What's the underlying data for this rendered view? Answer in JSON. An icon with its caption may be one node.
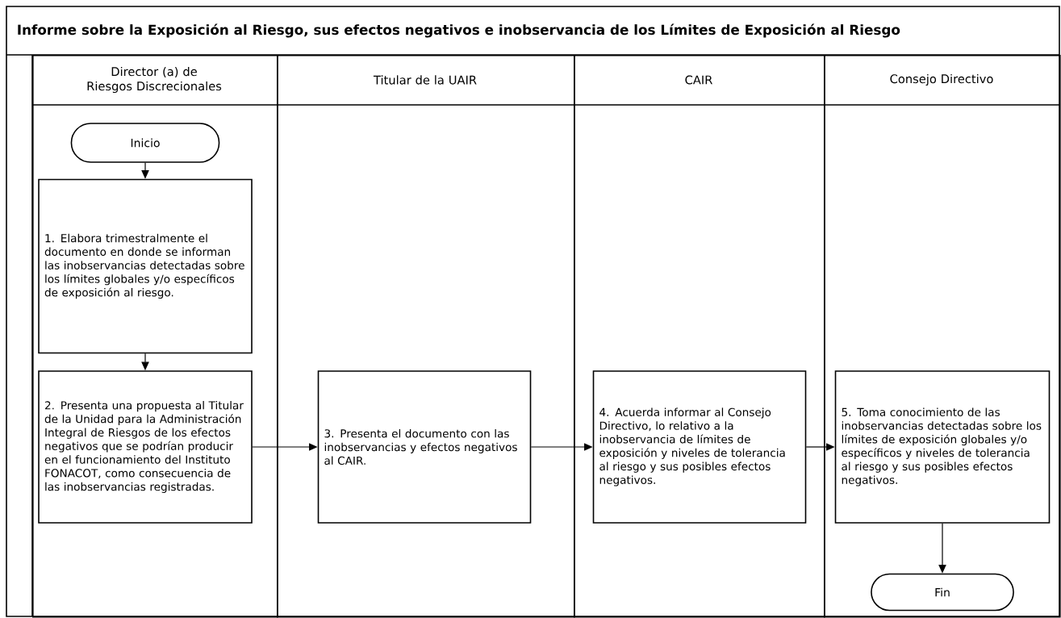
{
  "diagram": {
    "title": "Informe sobre la Exposición al Riesgo, sus efectos negativos e inobservancia de los Límites de Exposición al Riesgo",
    "nodes": [
      {
        "text": [
          "Director (a) de Riesgos Discrecionales"
        ]
      },
      {
        "text": [
          "Titular de la UAIR"
        ]
      },
      {
        "text": [
          "CAIR"
        ]
      },
      {
        "text": [
          "Consejo Directivo"
        ]
      },
      {
        "text": [
          "Inicio"
        ],
        "in": 0
      },
      {
        "text": [
          "1. Elabora trimestralmente el documento en donde se informan las inobservancias detectadas sobre los límites globales y/o específicos de exposición al riesgo."
        ],
        "in": 0
      },
      {
        "text": [
          "2. Presenta una propuesta al Titular de la Unidad para la Administración Integral de Riesgos de los efectos negativos que se podrían producir en el funcionamiento del Instituto FONACOT, como consecuencia de las inobservancias registradas."
        ],
        "in": 0
      },
      {
        "text": [
          "3. Presenta el documento con las inobservancias y efectos negativos al CAIR."
        ],
        "in": 1
      },
      {
        "text": [
          "4. Acuerda informar al Consejo Directivo, lo relativo a la inobservancia de límites de exposición y niveles de tolerancia al riesgo y sus posibles efectos negativos."
        ],
        "in": 2
      },
      {
        "text": [
          "5. Toma conocimiento de las inobservancias detectadas sobre los límites de exposición globales y/o específicos y niveles de tolerancia al riesgo y sus posibles efectos negativos."
        ],
        "in": 3
      },
      {
        "text": [
          "Fin"
        ],
        "in": 3
      }
    ],
    "edges": [
      {
        "from": 4,
        "to": 5,
        "arrow": "to"
      },
      {
        "from": 5,
        "to": 6,
        "arrow": "to"
      },
      {
        "from": 6,
        "to": 7,
        "arrow": "to"
      },
      {
        "from": 7,
        "to": 8,
        "arrow": "to"
      },
      {
        "from": 8,
        "to": 9,
        "arrow": "to"
      },
      {
        "from": 9,
        "to": 10,
        "arrow": "to"
      }
    ]
  }
}
